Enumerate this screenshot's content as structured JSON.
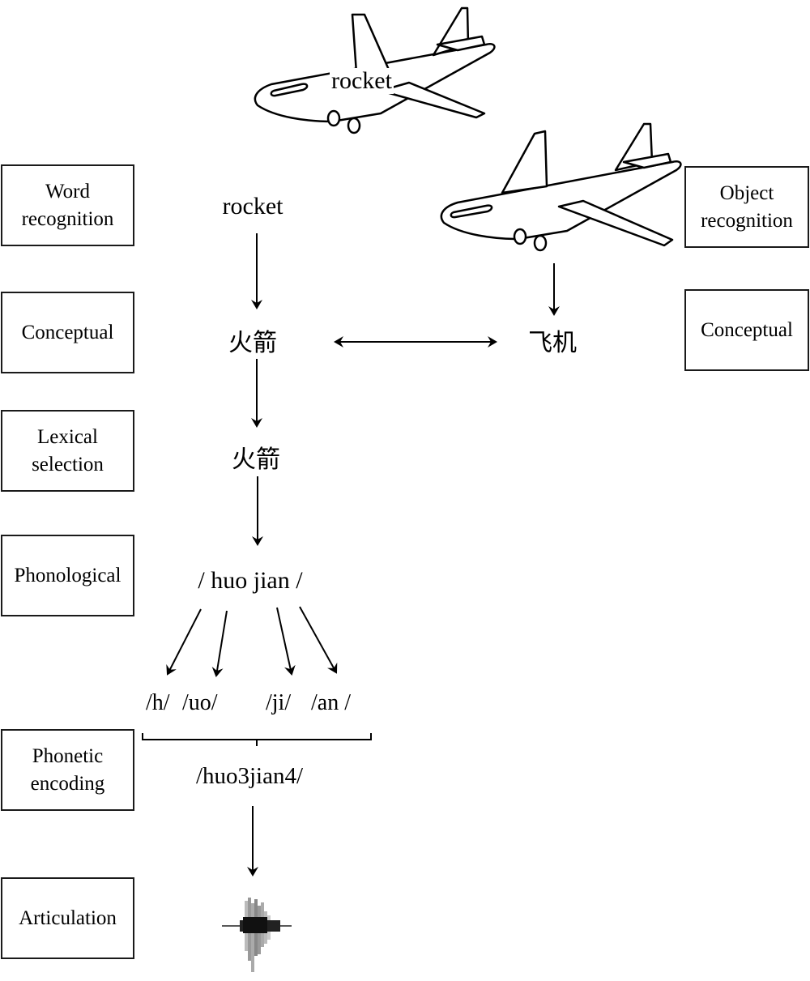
{
  "diagram": {
    "title": "",
    "left_stages": [
      {
        "id": "word-recognition",
        "label": "Word\nrecognition"
      },
      {
        "id": "conceptual-left",
        "label": "Conceptual"
      },
      {
        "id": "lexical-selection",
        "label": "Lexical\nselection"
      },
      {
        "id": "phonological",
        "label": "Phonological"
      },
      {
        "id": "phonetic-encoding",
        "label": "Phonetic\nencoding"
      },
      {
        "id": "articulation",
        "label": "Articulation"
      }
    ],
    "right_stages": [
      {
        "id": "object-recognition",
        "label": "Object\nrecognition"
      },
      {
        "id": "conceptual-right",
        "label": "Conceptual"
      }
    ],
    "picture_word_stimulus": {
      "image": "airplane-line-drawing-icon",
      "overlaid_word": "rocket"
    },
    "object_picture": {
      "image": "airplane-line-drawing-icon"
    },
    "nodes": {
      "word": "rocket",
      "concept_target": "火箭",
      "concept_distractor": "飞机",
      "lexical": "火箭",
      "phonological": "/ huo jian /",
      "segments": [
        "/h/",
        "/uo/",
        "/ji/",
        "/an /"
      ],
      "phonetic": "/huo3jian4/",
      "articulation_icon": "speech-waveform-icon"
    },
    "edges": [
      {
        "from": "word",
        "to": "concept_target",
        "type": "arrow"
      },
      {
        "from": "object_picture",
        "to": "concept_distractor",
        "type": "arrow"
      },
      {
        "from": "concept_target",
        "to": "concept_distractor",
        "type": "bidirectional-arrow"
      },
      {
        "from": "concept_target",
        "to": "lexical",
        "type": "arrow"
      },
      {
        "from": "lexical",
        "to": "phonological",
        "type": "arrow"
      },
      {
        "from": "phonological",
        "to": "segments",
        "type": "arrow",
        "count": 4
      },
      {
        "from": "segments",
        "to": "phonetic",
        "type": "brace"
      },
      {
        "from": "phonetic",
        "to": "articulation_icon",
        "type": "arrow"
      }
    ]
  }
}
